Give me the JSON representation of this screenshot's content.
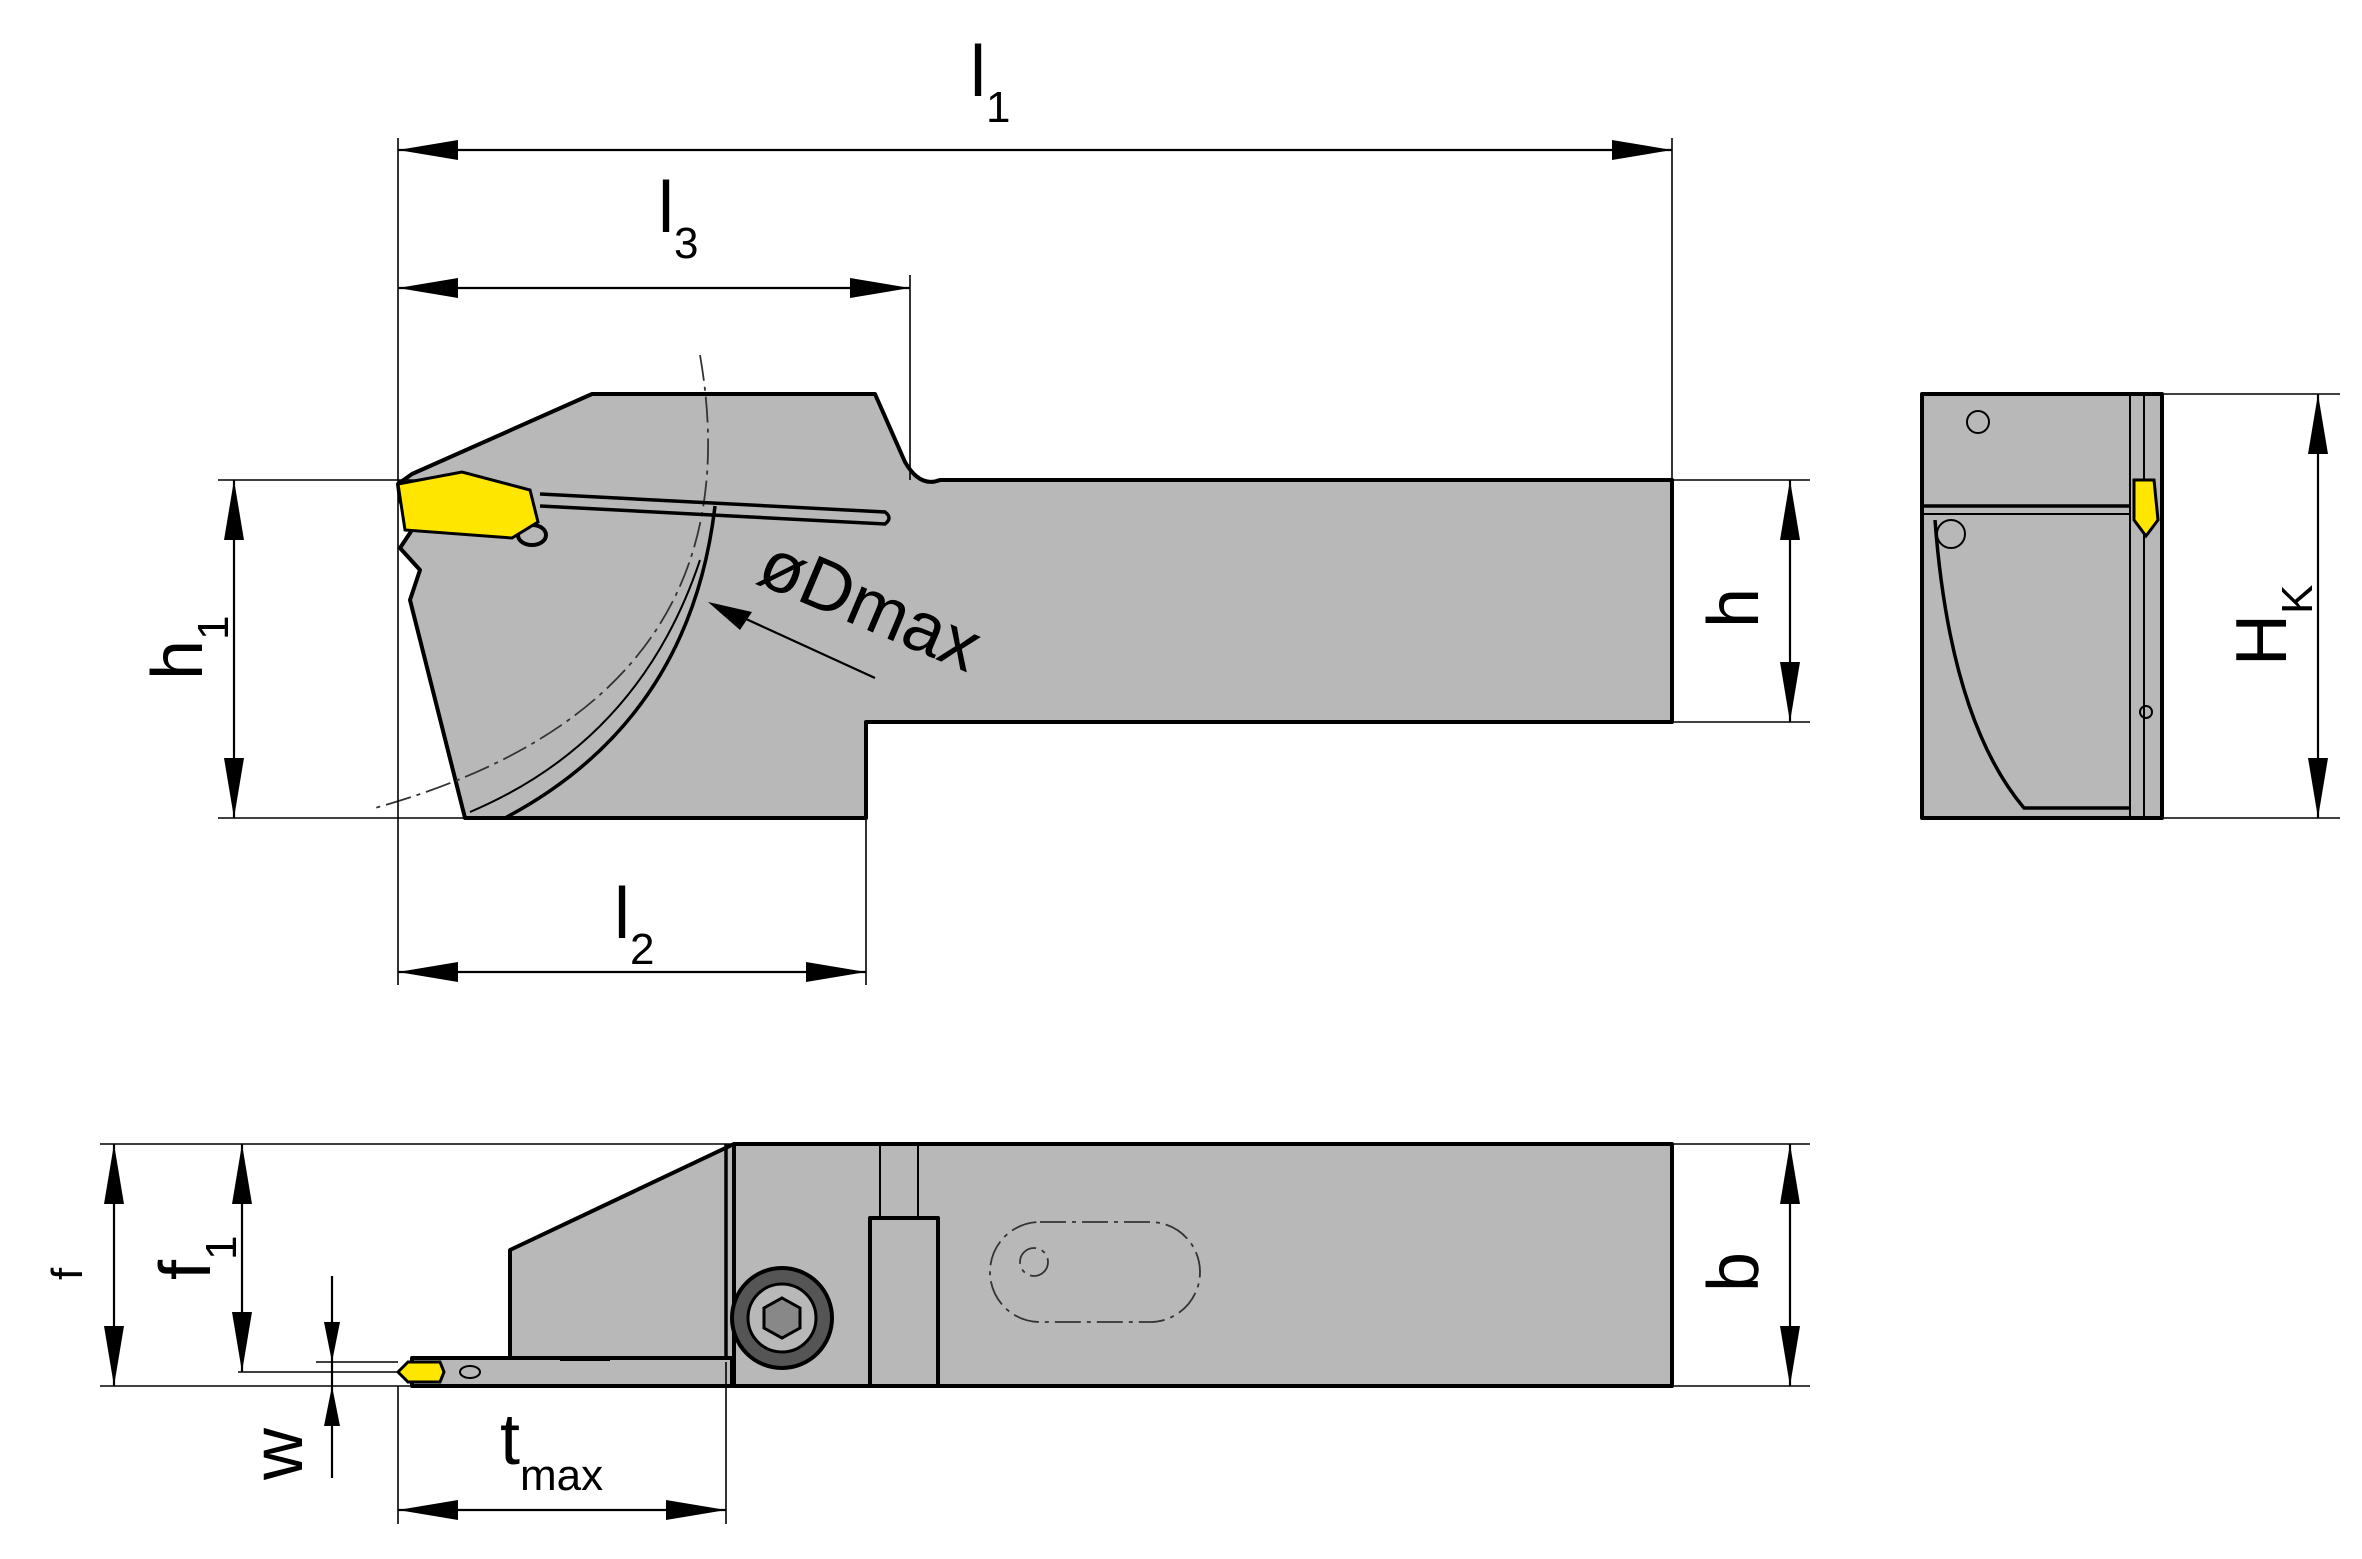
{
  "dimensions": {
    "l1": {
      "main": "l",
      "sub": "1"
    },
    "l2": {
      "main": "l",
      "sub": "2"
    },
    "l3": {
      "main": "l",
      "sub": "3"
    },
    "h": {
      "main": "h"
    },
    "h1": {
      "main": "h",
      "sub": "1"
    },
    "dmax": {
      "main": "øDmax"
    },
    "hk": {
      "main": "H",
      "sub": "K"
    },
    "f": {
      "main": "f"
    },
    "f1": {
      "main": "f",
      "sub": "1"
    },
    "w": {
      "main": "w"
    },
    "b": {
      "main": "b"
    },
    "tmax": {
      "main": "t",
      "sub": "max"
    }
  },
  "colors": {
    "body": "#b8b8b8",
    "insert": "#ffe600",
    "line": "#000000"
  }
}
